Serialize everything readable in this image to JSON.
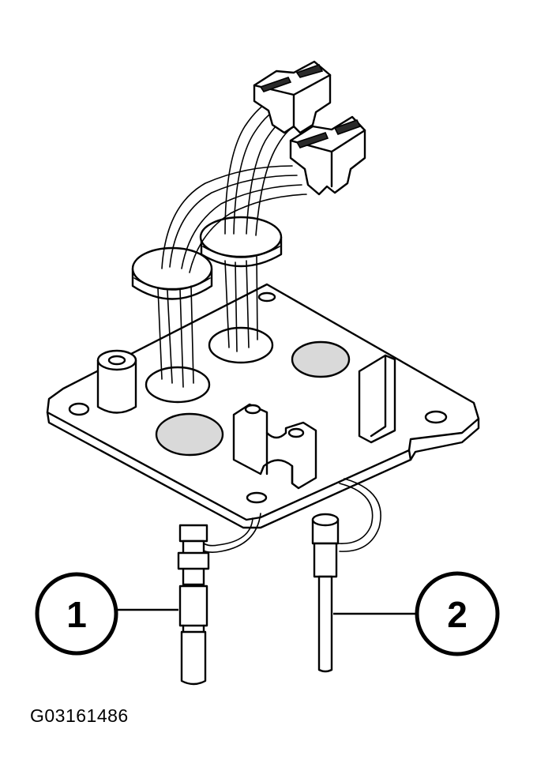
{
  "callouts": [
    {
      "number": "1"
    },
    {
      "number": "2"
    }
  ],
  "figure_id": "G03161486"
}
